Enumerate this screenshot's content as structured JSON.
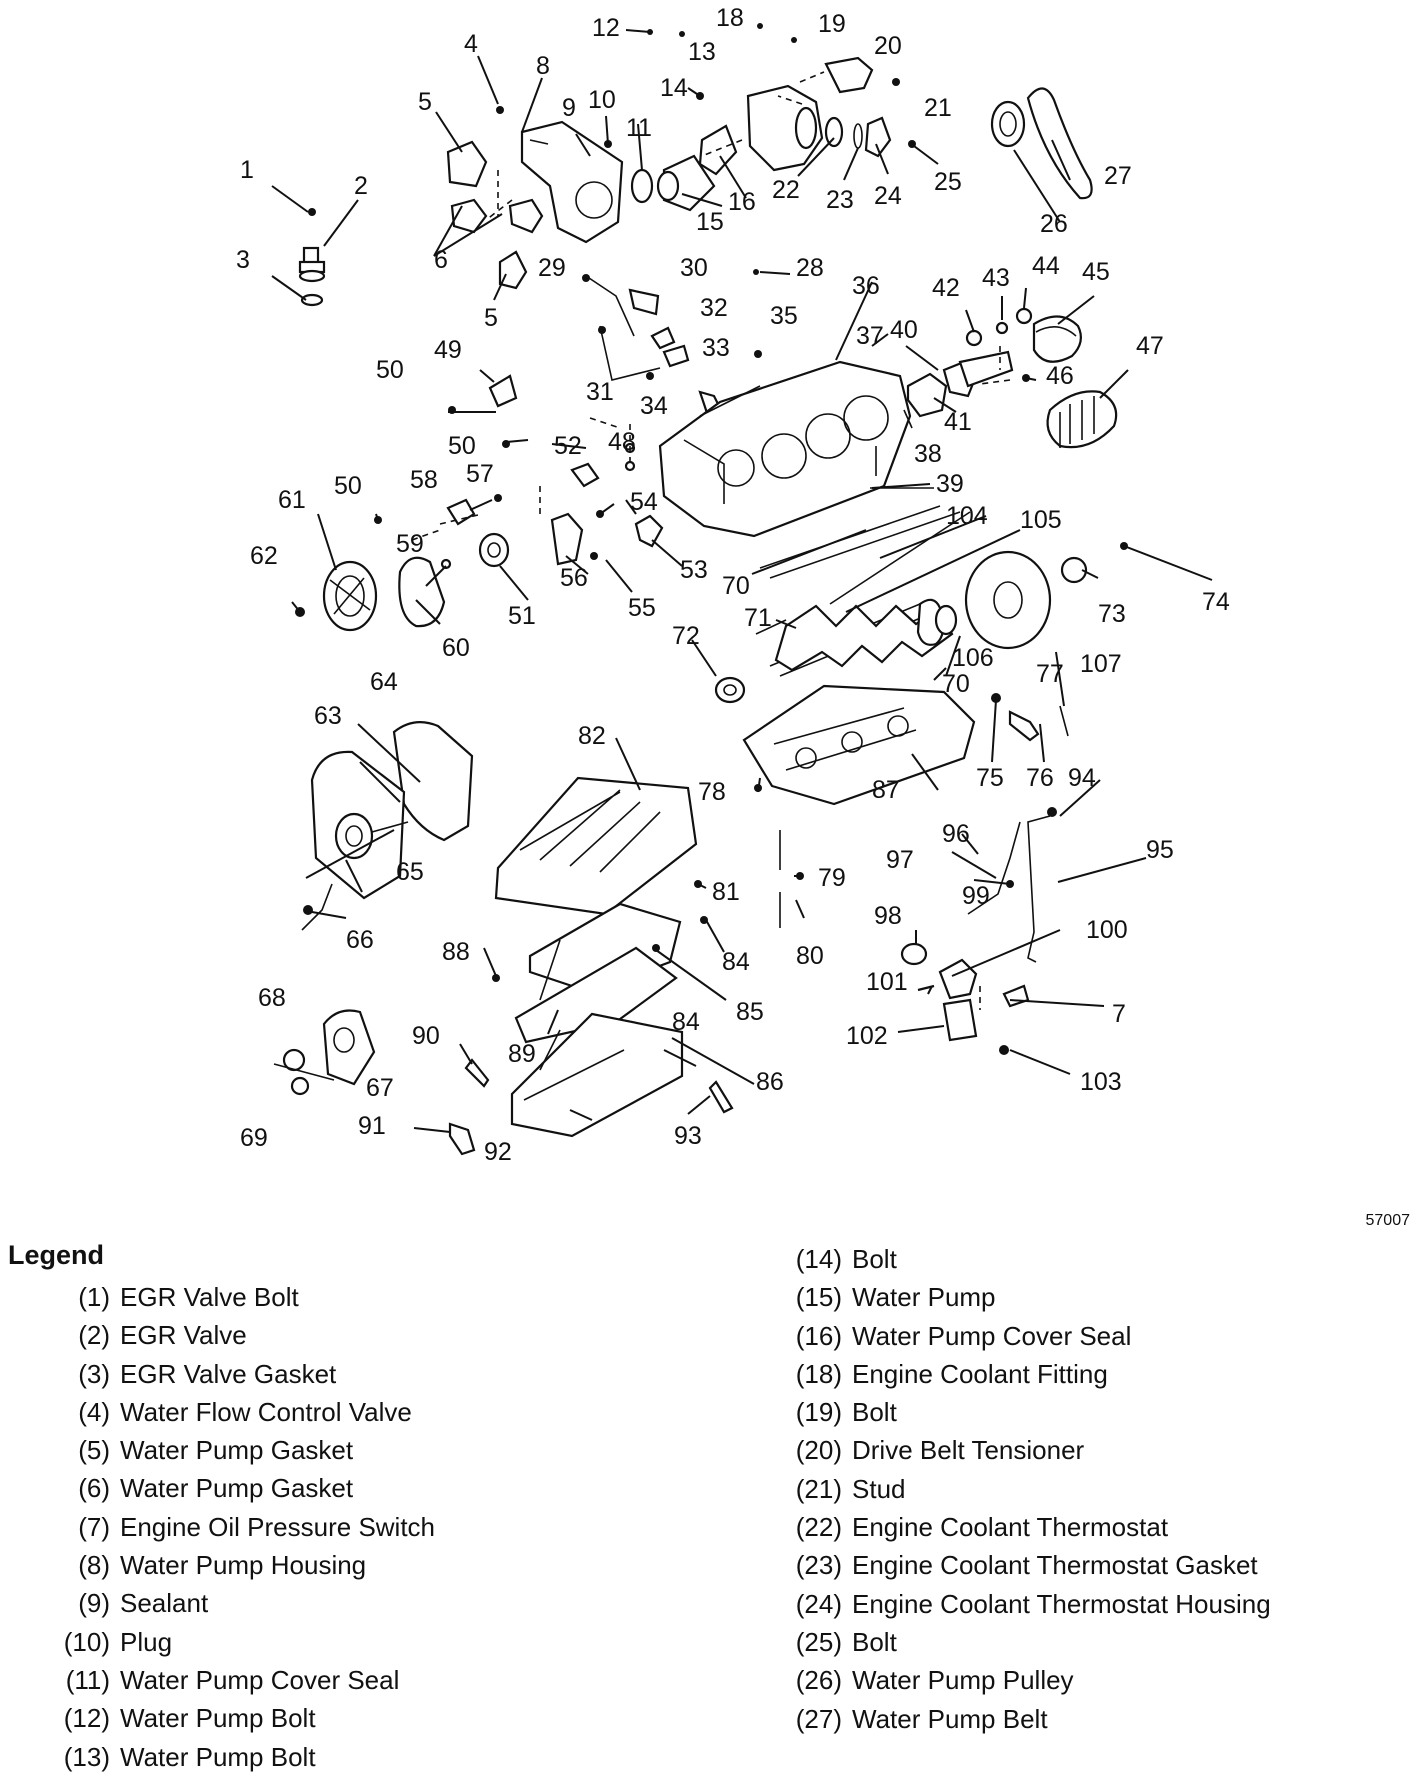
{
  "figure_code": "57007",
  "legend_title": "Legend",
  "legend": [
    {
      "num": "(1)",
      "label": "EGR Valve Bolt"
    },
    {
      "num": "(2)",
      "label": "EGR Valve"
    },
    {
      "num": "(3)",
      "label": "EGR Valve Gasket"
    },
    {
      "num": "(4)",
      "label": "Water Flow Control Valve"
    },
    {
      "num": "(5)",
      "label": "Water Pump Gasket"
    },
    {
      "num": "(6)",
      "label": "Water Pump Gasket"
    },
    {
      "num": "(7)",
      "label": "Engine Oil Pressure Switch"
    },
    {
      "num": "(8)",
      "label": "Water Pump Housing"
    },
    {
      "num": "(9)",
      "label": "Sealant"
    },
    {
      "num": "(10)",
      "label": "Plug"
    },
    {
      "num": "(11)",
      "label": "Water Pump Cover Seal"
    },
    {
      "num": "(12)",
      "label": "Water Pump Bolt"
    },
    {
      "num": "(13)",
      "label": "Water Pump Bolt"
    },
    {
      "num": "(14)",
      "label": "Bolt"
    },
    {
      "num": "(15)",
      "label": "Water Pump"
    },
    {
      "num": "(16)",
      "label": "Water Pump Cover Seal"
    },
    {
      "num": "(18)",
      "label": "Engine Coolant Fitting"
    },
    {
      "num": "(19)",
      "label": "Bolt"
    },
    {
      "num": "(20)",
      "label": "Drive Belt Tensioner"
    },
    {
      "num": "(21)",
      "label": "Stud"
    },
    {
      "num": "(22)",
      "label": "Engine Coolant Thermostat"
    },
    {
      "num": "(23)",
      "label": "Engine Coolant Thermostat Gasket"
    },
    {
      "num": "(24)",
      "label": "Engine Coolant Thermostat Housing"
    },
    {
      "num": "(25)",
      "label": "Bolt"
    },
    {
      "num": "(26)",
      "label": "Water Pump Pulley"
    },
    {
      "num": "(27)",
      "label": "Water Pump Belt"
    }
  ],
  "callouts": [
    "1",
    "2",
    "3",
    "4",
    "5",
    "5",
    "6",
    "8",
    "9",
    "10",
    "11",
    "12",
    "13",
    "14",
    "15",
    "16",
    "18",
    "19",
    "20",
    "21",
    "22",
    "23",
    "24",
    "25",
    "26",
    "27",
    "28",
    "29",
    "30",
    "31",
    "32",
    "33",
    "34",
    "35",
    "36",
    "37",
    "38",
    "39",
    "40",
    "41",
    "42",
    "43",
    "44",
    "45",
    "46",
    "47",
    "48",
    "49",
    "50",
    "50",
    "50",
    "51",
    "52",
    "53",
    "54",
    "55",
    "56",
    "57",
    "58",
    "59",
    "60",
    "61",
    "62",
    "63",
    "64",
    "65",
    "66",
    "67",
    "68",
    "69",
    "70",
    "70",
    "71",
    "72",
    "73",
    "74",
    "75",
    "76",
    "77",
    "78",
    "79",
    "80",
    "81",
    "82",
    "84",
    "84",
    "85",
    "86",
    "87",
    "88",
    "89",
    "90",
    "91",
    "92",
    "93",
    "94",
    "95",
    "96",
    "97",
    "98",
    "99",
    "100",
    "101",
    "102",
    "103",
    "104",
    "105",
    "106",
    "107",
    "7"
  ]
}
